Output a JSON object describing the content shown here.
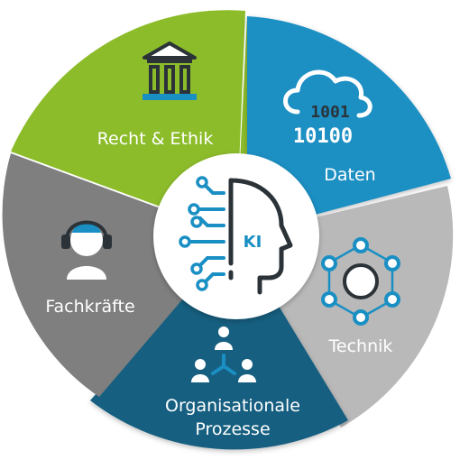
{
  "segments": [
    {
      "label": "Recht & Ethik",
      "color": "#8cbc2a",
      "icon": "courthouse-icon"
    },
    {
      "label": "Daten",
      "color": "#1a8fc3",
      "icon": "data-cloud-icon"
    },
    {
      "label": "Technik",
      "color": "#b9b9b9",
      "icon": "network-icon"
    },
    {
      "label": "Organisationale",
      "label2": "Prozesse",
      "color": "#145f80",
      "icon": "org-chart-icon"
    },
    {
      "label": "Fachkräfte",
      "color": "#7f7f7f",
      "icon": "headset-person-icon"
    }
  ],
  "center": {
    "label": "KI",
    "icon": "ai-head-circuit-icon",
    "accent": "#1a8fc3",
    "ink": "#2b3338"
  },
  "binary": {
    "line1": "1001",
    "line2": "10100"
  }
}
